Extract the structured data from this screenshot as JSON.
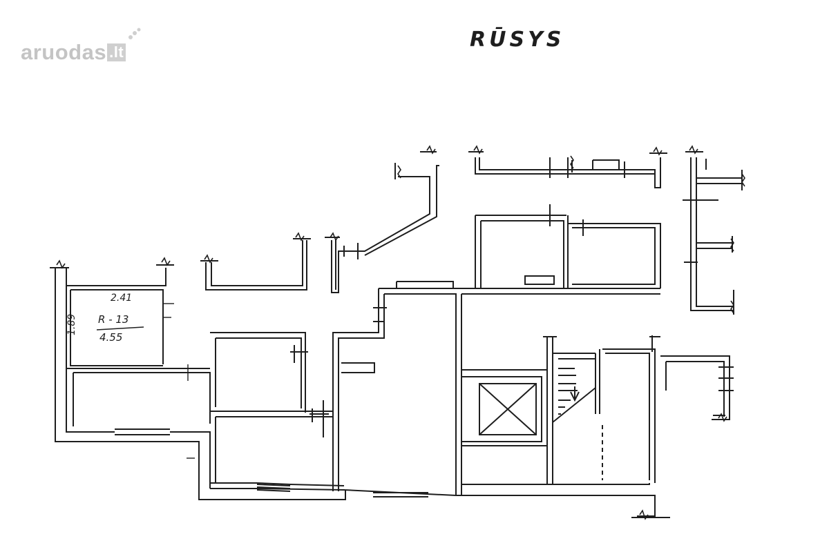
{
  "page": {
    "title": "RŪSYS",
    "watermark": {
      "text": "aruodas",
      "suffix": ".lt"
    }
  },
  "room": {
    "id": "R - 13",
    "area": "4.55",
    "width": "2.41",
    "depth": "1.89"
  },
  "icons": [
    "lift-shaft-icon",
    "stair-arrow-icon"
  ],
  "colors": {
    "ink": "#1e1e1e",
    "paper": "#ffffff",
    "watermark": "#c4c4c4"
  }
}
